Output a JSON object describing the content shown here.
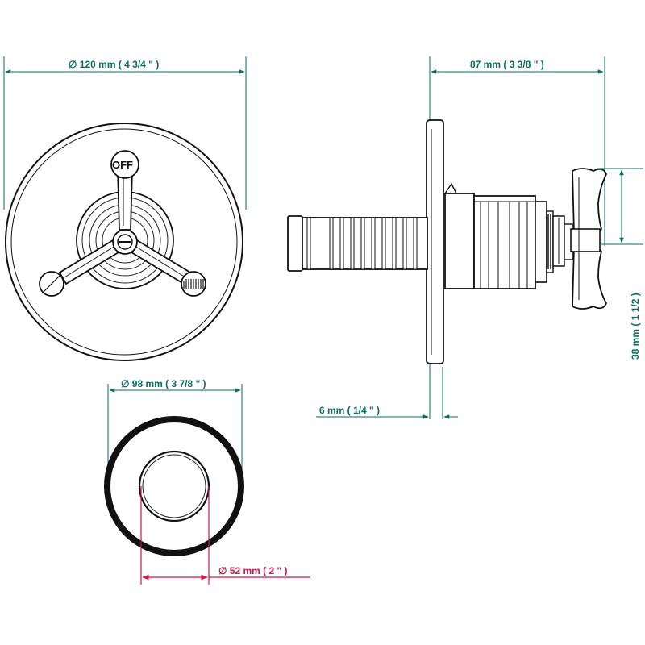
{
  "colors": {
    "dimension_line": "#0a6e62",
    "highlight_dimension": "#d0154a",
    "drawing_ink": "#111111"
  },
  "front_view": {
    "valve_label": "OFF",
    "diameter_label": "∅  120 mm ( 4 3/4 \" )"
  },
  "side_view": {
    "depth_label": "87 mm ( 3 3/8 \" )",
    "plate_thickness_label": "6 mm ( 1/4 \" )",
    "handle_height_label": "38 mm ( 1 1/2 )"
  },
  "ring_view": {
    "outer_diameter_label": "∅  98 mm ( 3 7/8 \" )",
    "inner_diameter_label": "∅  52 mm ( 2 \" )"
  }
}
